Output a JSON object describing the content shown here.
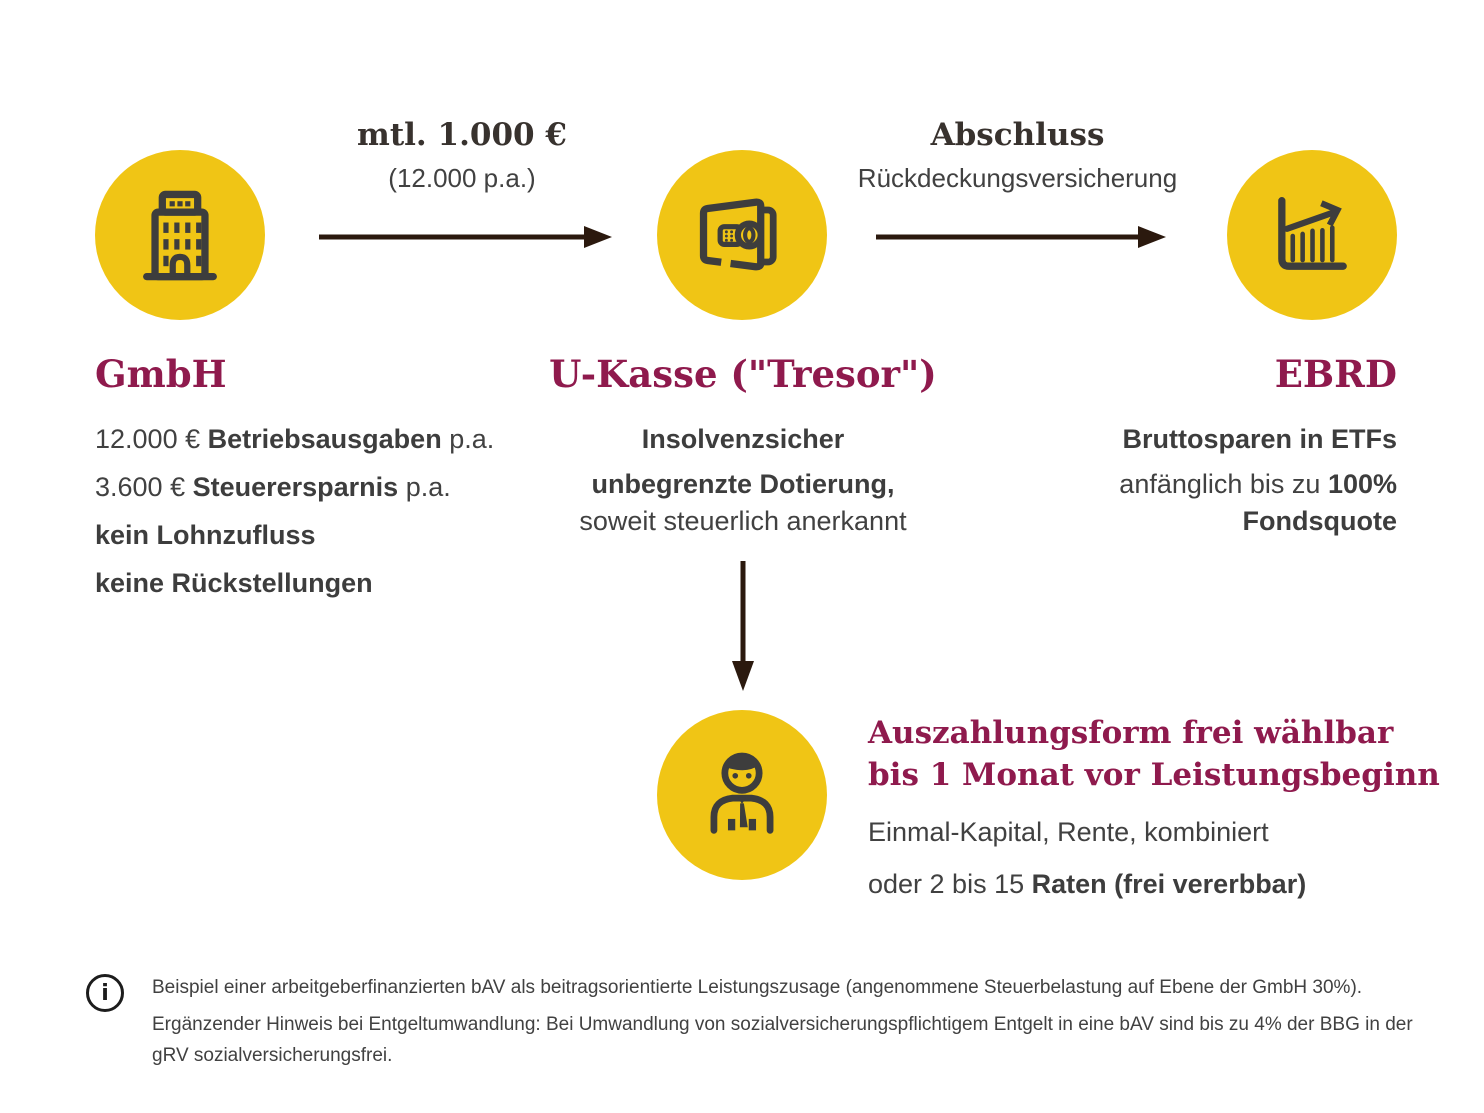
{
  "colors": {
    "accent_yellow": "#F0C515",
    "burgundy": "#8F1A4D",
    "icon_dark": "#3D3D3D",
    "arrow_dark": "#2B190E",
    "text_gray": "#414141"
  },
  "flow1": {
    "label": "mtl. 1.000 €",
    "sublabel": "(12.000 p.a.)"
  },
  "flow2": {
    "label": "Abschluss",
    "sublabel": "Rückdeckungsversicherung"
  },
  "gmbh": {
    "icon": "building-icon",
    "title": "GmbH",
    "line1_pre": "12.000 € ",
    "line1_bold": "Betriebsausgaben",
    "line1_post": " p.a.",
    "line2_pre": "3.600 € ",
    "line2_bold": "Steuerersparnis",
    "line2_post": " p.a.",
    "line3_bold": "kein Lohnzufluss",
    "line4_bold": "keine Rückstellungen"
  },
  "ukasse": {
    "icon": "safe-icon",
    "title": "U-Kasse (\"Tresor\")",
    "line1_bold": "Insolvenzsicher",
    "line2_bold": "unbegrenzte Dotierung,",
    "line3": "soweit steuerlich anerkannt"
  },
  "ebrd": {
    "icon": "growth-chart-icon",
    "title": "EBRD",
    "line1_bold": "Bruttosparen in ETFs",
    "line2_pre": "anfänglich bis zu ",
    "line2_bold": "100%",
    "line3_bold": "Fondsquote"
  },
  "payout": {
    "icon": "person-icon",
    "title_line1": "Auszahlungsform frei wählbar",
    "title_line2": "bis 1 Monat vor Leistungsbeginn",
    "line1": "Einmal-Kapital, Rente, kombiniert",
    "line2_pre": "oder 2 bis 15 ",
    "line2_bold": "Raten (frei vererbbar)"
  },
  "footer": {
    "icon": "info-icon",
    "info_glyph": "i",
    "note1": "Beispiel einer arbeitgeberfinanzierten bAV als beitragsorientierte Leistungszusage (angenommene Steuerbelastung auf Ebene der GmbH 30%).",
    "note2": "Ergänzender Hinweis bei Entgeltumwandlung: Bei Umwandlung von sozialversicherungspflichtigem Entgelt in eine bAV sind bis zu 4% der BBG in der gRV sozialversicherungsfrei."
  }
}
